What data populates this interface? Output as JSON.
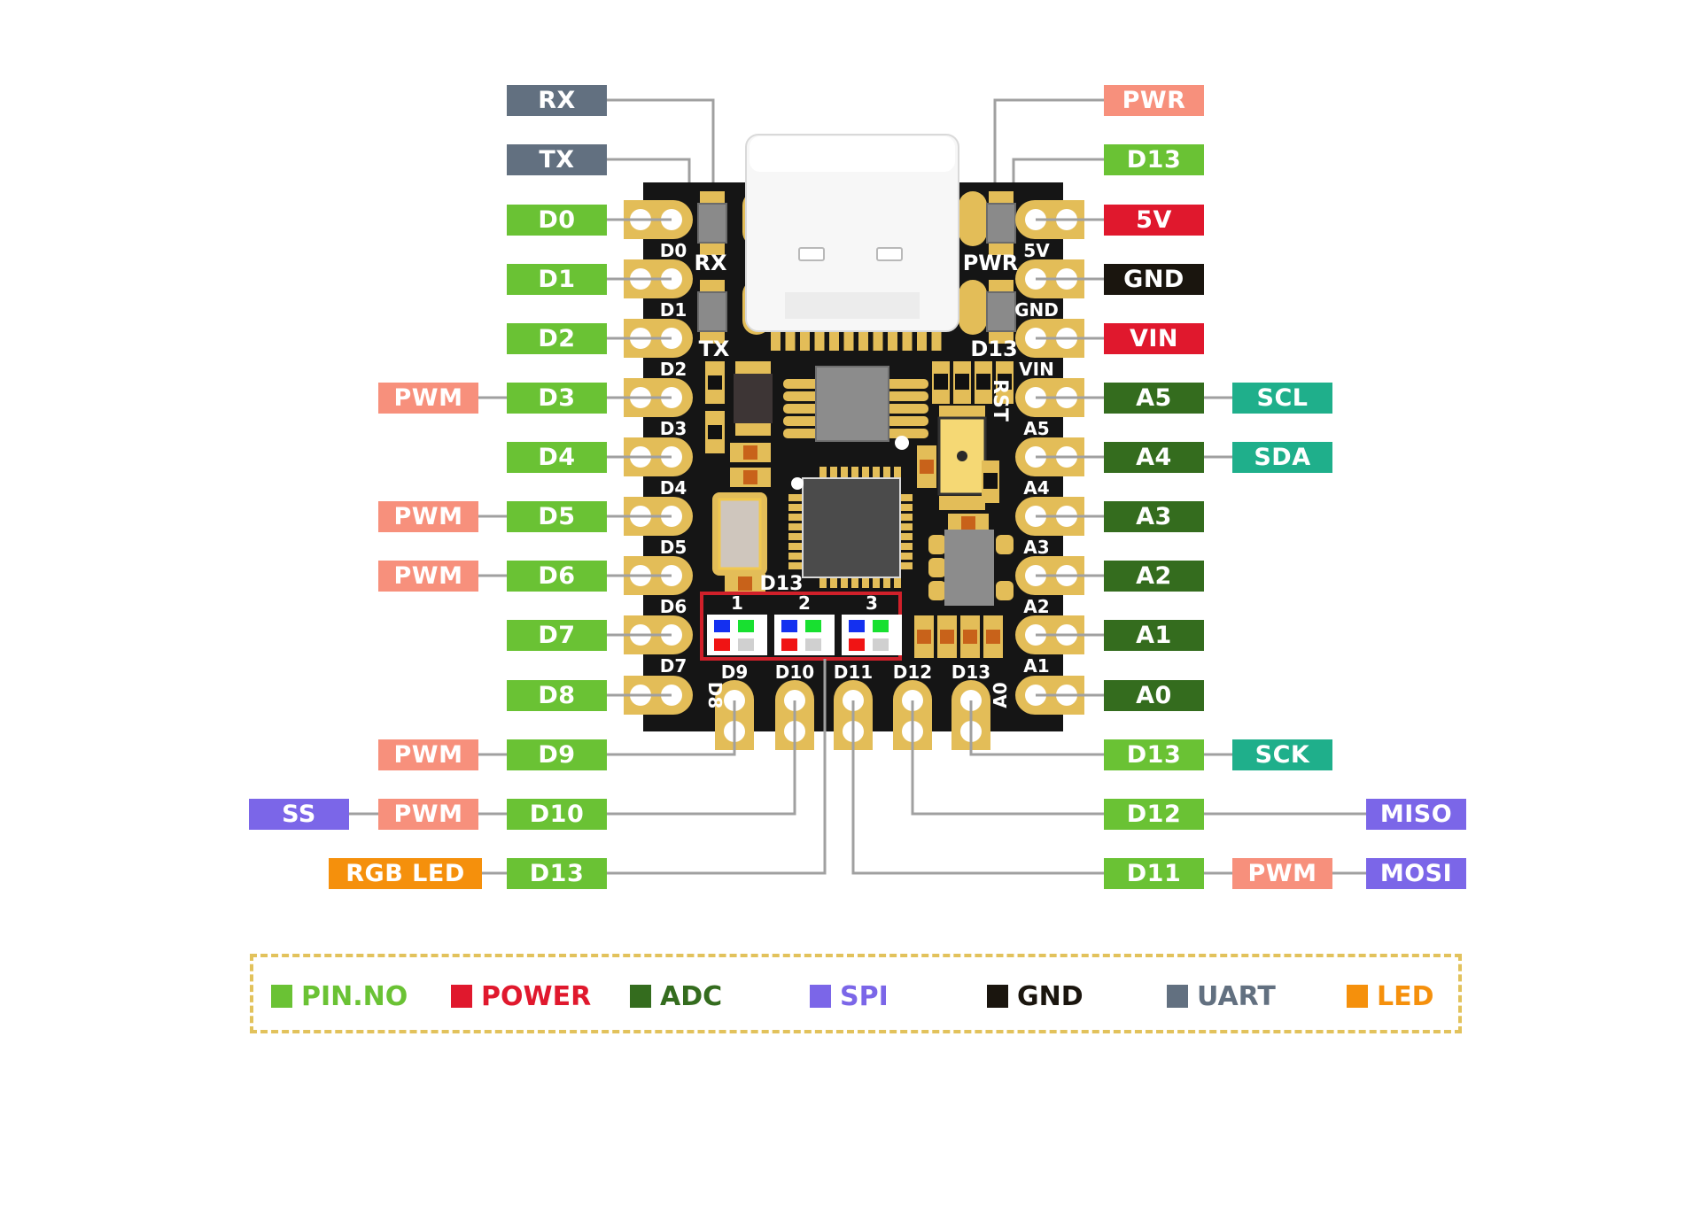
{
  "title": "Pinout diagram",
  "colors": {
    "pin_no": "#6ac234",
    "power": "#e0182d",
    "adc": "#346c1e",
    "spi": "#7b66e8",
    "gnd": "#1a150e",
    "uart": "#627080",
    "led": "#f5900c",
    "pwm": "#f7907c",
    "i2c": "#1faf8b",
    "leader": "#a0a0a0",
    "pad": "#e3bd58",
    "board": "#151515",
    "legend_border": "#e2c25c"
  },
  "left_labels": [
    {
      "row": "rx",
      "items": [
        {
          "text": "RX",
          "kind": "uart"
        }
      ]
    },
    {
      "row": "tx",
      "items": [
        {
          "text": "TX",
          "kind": "uart"
        }
      ]
    },
    {
      "row": "d0",
      "items": [
        {
          "text": "D0",
          "kind": "pin_no"
        }
      ]
    },
    {
      "row": "d1",
      "items": [
        {
          "text": "D1",
          "kind": "pin_no"
        }
      ]
    },
    {
      "row": "d2",
      "items": [
        {
          "text": "D2",
          "kind": "pin_no"
        }
      ]
    },
    {
      "row": "d3",
      "items": [
        {
          "text": "D3",
          "kind": "pin_no"
        },
        {
          "text": "PWM",
          "kind": "pwm"
        }
      ]
    },
    {
      "row": "d4",
      "items": [
        {
          "text": "D4",
          "kind": "pin_no"
        }
      ]
    },
    {
      "row": "d5",
      "items": [
        {
          "text": "D5",
          "kind": "pin_no"
        },
        {
          "text": "PWM",
          "kind": "pwm"
        }
      ]
    },
    {
      "row": "d6",
      "items": [
        {
          "text": "D6",
          "kind": "pin_no"
        },
        {
          "text": "PWM",
          "kind": "pwm"
        }
      ]
    },
    {
      "row": "d7",
      "items": [
        {
          "text": "D7",
          "kind": "pin_no"
        }
      ]
    },
    {
      "row": "d8",
      "items": [
        {
          "text": "D8",
          "kind": "pin_no"
        }
      ]
    },
    {
      "row": "d9",
      "items": [
        {
          "text": "D9",
          "kind": "pin_no"
        },
        {
          "text": "PWM",
          "kind": "pwm"
        }
      ]
    },
    {
      "row": "d10",
      "items": [
        {
          "text": "D10",
          "kind": "pin_no"
        },
        {
          "text": "PWM",
          "kind": "pwm"
        },
        {
          "text": "SS",
          "kind": "spi"
        }
      ]
    },
    {
      "row": "d13-led",
      "items": [
        {
          "text": "D13",
          "kind": "pin_no"
        },
        {
          "text": "RGB LED",
          "kind": "led"
        }
      ]
    }
  ],
  "right_labels": [
    {
      "row": "pwr",
      "items": [
        {
          "text": "PWR",
          "kind": "pwm"
        }
      ]
    },
    {
      "row": "d13-top",
      "items": [
        {
          "text": "D13",
          "kind": "pin_no"
        }
      ]
    },
    {
      "row": "5v",
      "items": [
        {
          "text": "5V",
          "kind": "power"
        }
      ]
    },
    {
      "row": "gnd",
      "items": [
        {
          "text": "GND",
          "kind": "gnd"
        }
      ]
    },
    {
      "row": "vin",
      "items": [
        {
          "text": "VIN",
          "kind": "power"
        }
      ]
    },
    {
      "row": "a5",
      "items": [
        {
          "text": "A5",
          "kind": "adc"
        },
        {
          "text": "SCL",
          "kind": "i2c"
        }
      ]
    },
    {
      "row": "a4",
      "items": [
        {
          "text": "A4",
          "kind": "adc"
        },
        {
          "text": "SDA",
          "kind": "i2c"
        }
      ]
    },
    {
      "row": "a3",
      "items": [
        {
          "text": "A3",
          "kind": "adc"
        }
      ]
    },
    {
      "row": "a2",
      "items": [
        {
          "text": "A2",
          "kind": "adc"
        }
      ]
    },
    {
      "row": "a1",
      "items": [
        {
          "text": "A1",
          "kind": "adc"
        }
      ]
    },
    {
      "row": "a0",
      "items": [
        {
          "text": "A0",
          "kind": "adc"
        }
      ]
    },
    {
      "row": "d13-sck",
      "items": [
        {
          "text": "D13",
          "kind": "pin_no"
        },
        {
          "text": "SCK",
          "kind": "i2c"
        }
      ]
    },
    {
      "row": "d12",
      "items": [
        {
          "text": "D12",
          "kind": "pin_no"
        },
        {
          "text": "",
          "kind": "none"
        },
        {
          "text": "MISO",
          "kind": "spi"
        }
      ]
    },
    {
      "row": "d11",
      "items": [
        {
          "text": "D11",
          "kind": "pin_no"
        },
        {
          "text": "PWM",
          "kind": "pwm"
        },
        {
          "text": "MOSI",
          "kind": "spi"
        }
      ]
    }
  ],
  "silkscreen": {
    "left": [
      "D0",
      "D1",
      "D2",
      "D3",
      "D4",
      "D5",
      "D6",
      "D7"
    ],
    "left_bottom": "D8",
    "right": [
      "5V",
      "GND",
      "VIN",
      "A5",
      "A4",
      "A3",
      "A2",
      "A1"
    ],
    "right_bottom": "A0",
    "bottom": [
      "D9",
      "D10",
      "D11",
      "D12",
      "D13"
    ],
    "rx": "RX",
    "tx": "TX",
    "pwr": "PWR",
    "d13_top": "D13",
    "rst": "RST",
    "d13_led": "D13",
    "led_numbers": [
      "1",
      "2",
      "3"
    ]
  },
  "legend": [
    {
      "label": "PIN.NO",
      "kind": "pin_no"
    },
    {
      "label": "POWER",
      "kind": "power"
    },
    {
      "label": "ADC",
      "kind": "adc"
    },
    {
      "label": "SPI",
      "kind": "spi"
    },
    {
      "label": "GND",
      "kind": "gnd"
    },
    {
      "label": "UART",
      "kind": "uart"
    },
    {
      "label": "LED",
      "kind": "led"
    }
  ]
}
